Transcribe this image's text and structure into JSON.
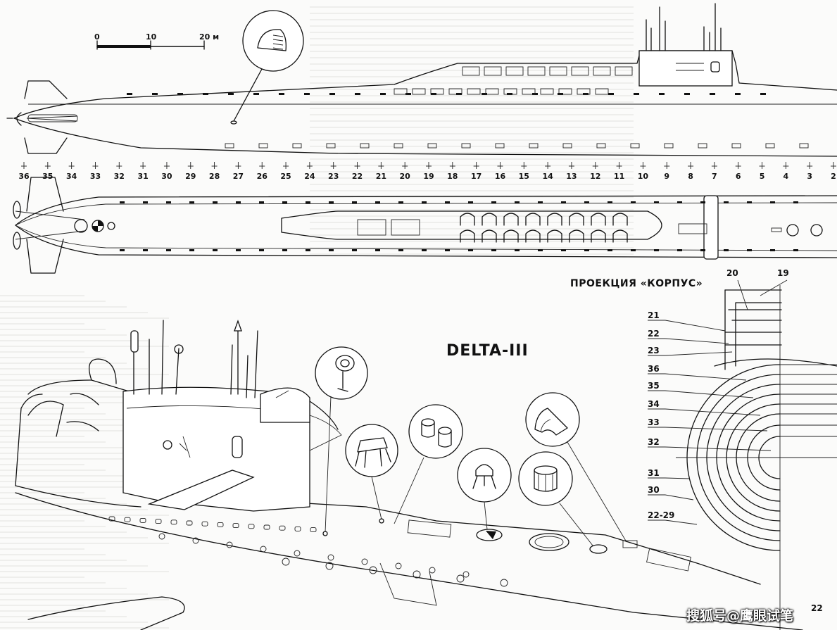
{
  "scale_bar": {
    "labels": [
      "0",
      "10",
      "20 м"
    ]
  },
  "frames": [
    "36",
    "35",
    "34",
    "33",
    "32",
    "31",
    "30",
    "29",
    "28",
    "27",
    "26",
    "25",
    "24",
    "23",
    "22",
    "21",
    "20",
    "19",
    "18",
    "17",
    "16",
    "15",
    "14",
    "13",
    "12",
    "11",
    "10",
    "9",
    "8",
    "7",
    "6",
    "5",
    "4",
    "3",
    "2"
  ],
  "title": "DELTA-III",
  "projection_label": "ПРОЕКЦИЯ «КОРПУС»",
  "section_frames": {
    "top": [
      "20",
      "19"
    ],
    "left": [
      "21",
      "22",
      "23",
      "36",
      "35",
      "34",
      "33",
      "32",
      "31",
      "30",
      "22-29"
    ],
    "bottom": "22"
  },
  "watermark": "搜狐号@鹰眼试笔"
}
